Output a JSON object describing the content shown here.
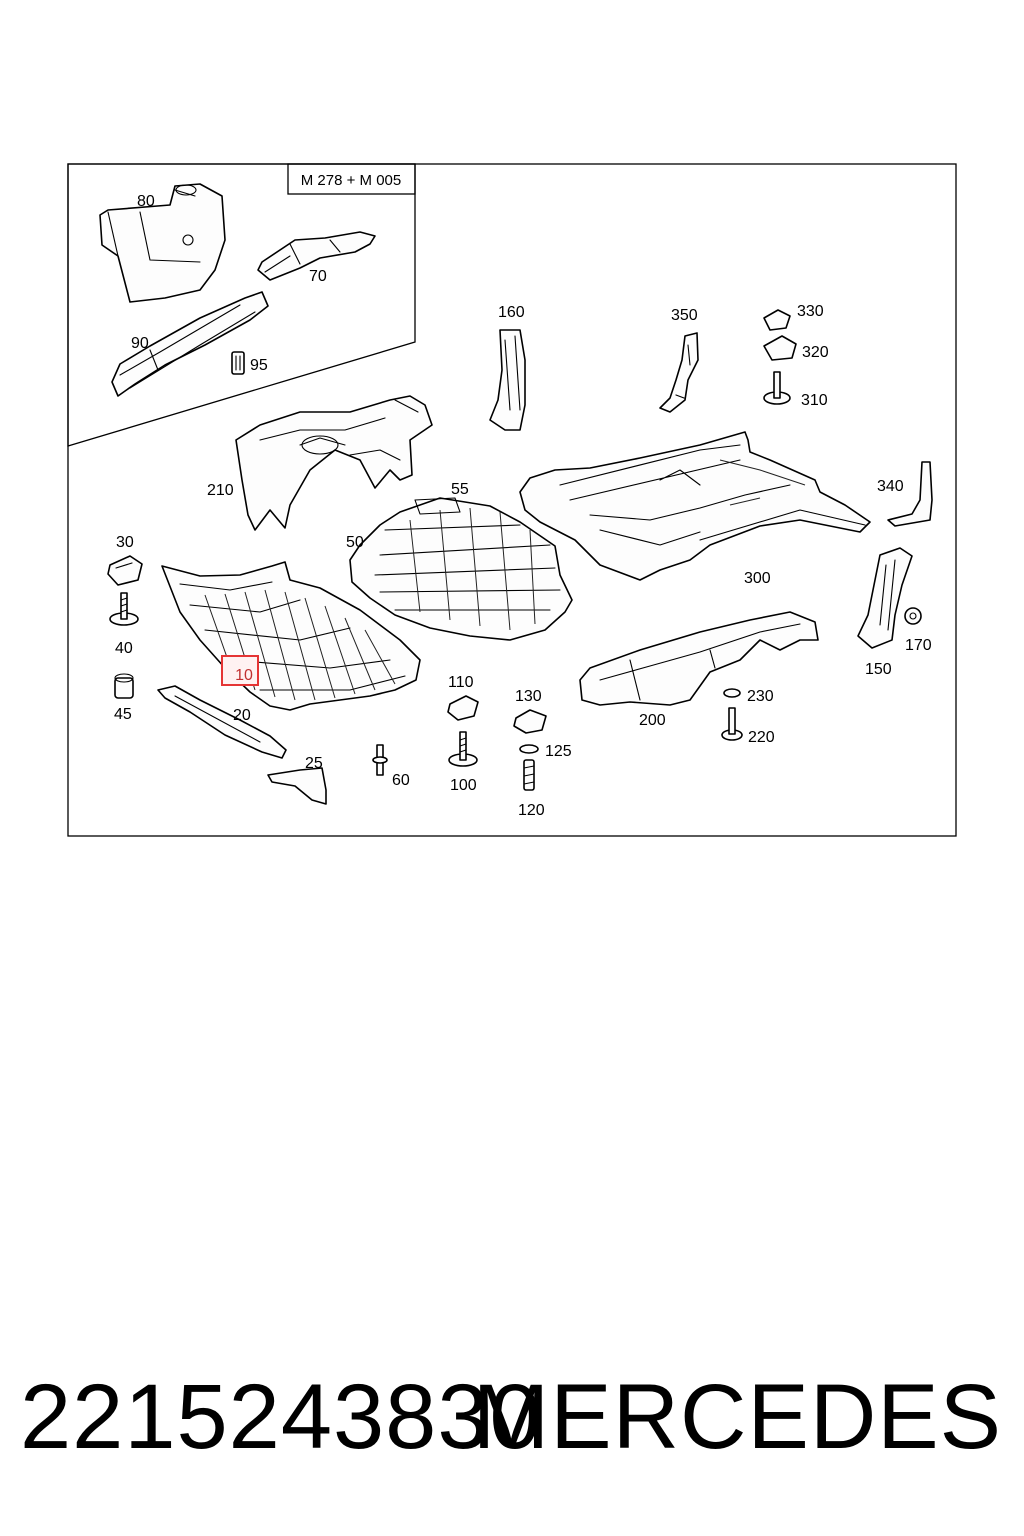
{
  "diagram": {
    "engine_variant": "M 278 + M 005",
    "highlighted_part": "10",
    "callouts": {
      "c10": "10",
      "c20": "20",
      "c25": "25",
      "c30": "30",
      "c40": "40",
      "c45": "45",
      "c50": "50",
      "c55": "55",
      "c60": "60",
      "c70": "70",
      "c80": "80",
      "c90": "90",
      "c95": "95",
      "c100": "100",
      "c110": "110",
      "c120": "120",
      "c125": "125",
      "c130": "130",
      "c150": "150",
      "c160": "160",
      "c170": "170",
      "c200": "200",
      "c210": "210",
      "c220": "220",
      "c230": "230",
      "c300": "300",
      "c310": "310",
      "c320": "320",
      "c330": "330",
      "c340": "340",
      "c350": "350"
    }
  },
  "footer": {
    "part_number": "2215243830",
    "brand": "MERCEDES"
  },
  "colors": {
    "line": "#000000",
    "highlight": "#e53535",
    "background": "#ffffff"
  }
}
